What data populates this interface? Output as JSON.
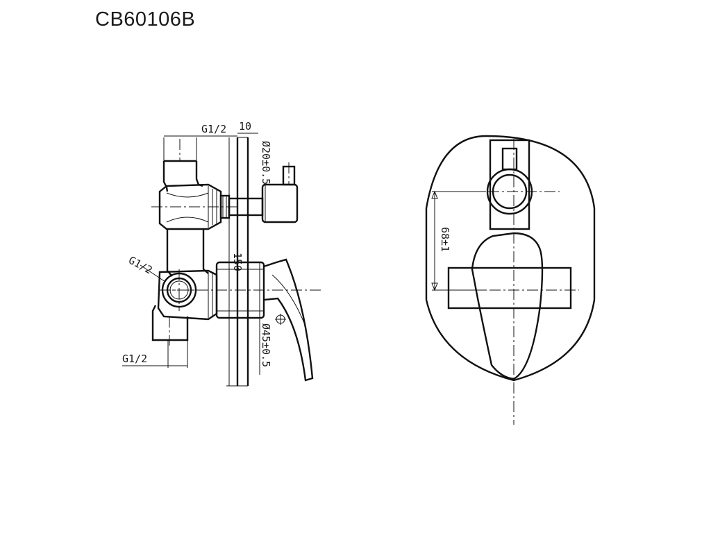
{
  "model": "CB60106B",
  "dimensions": {
    "inlet_top": "G1/2",
    "plate_offset": "10",
    "spout_diameter": "Ø20±0.5",
    "overall_height": "150",
    "inlet_side": "G1/2",
    "cartridge_diameter": "Ø45±0.5",
    "outlet_bottom": "G1/2",
    "center_distance": "68±1"
  },
  "colors": {
    "line": "#111111",
    "background": "#ffffff"
  }
}
